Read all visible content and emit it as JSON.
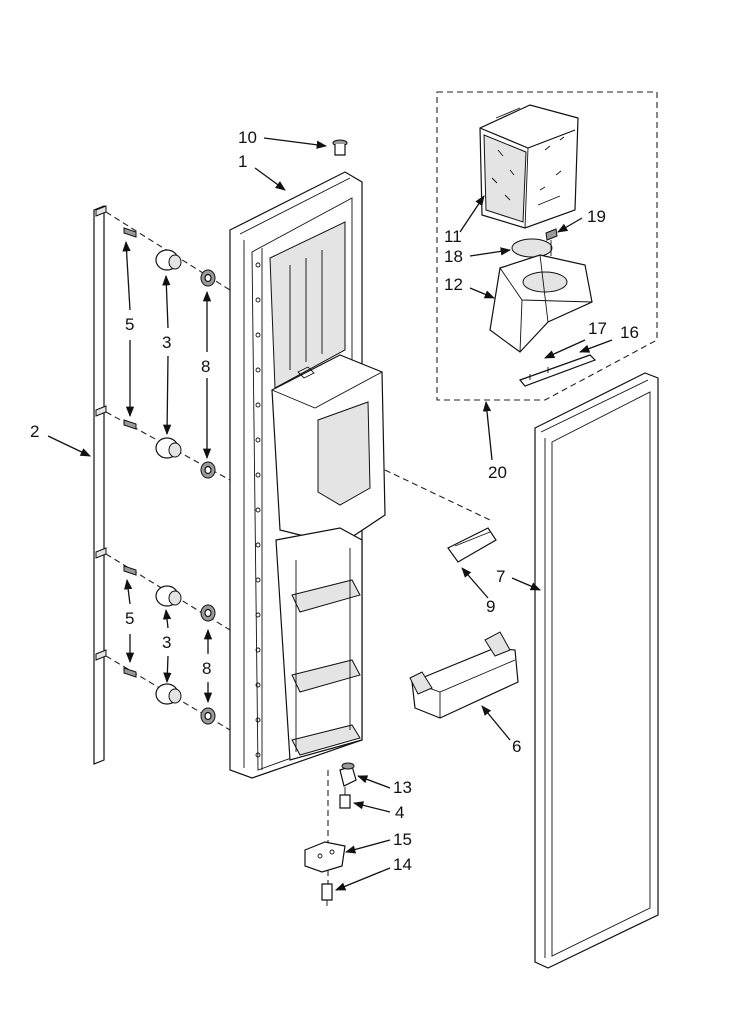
{
  "diagram": {
    "callouts": [
      {
        "id": "c1",
        "text": "1"
      },
      {
        "id": "c2",
        "text": "2"
      },
      {
        "id": "c3a",
        "text": "3"
      },
      {
        "id": "c3b",
        "text": "3"
      },
      {
        "id": "c4",
        "text": "4"
      },
      {
        "id": "c5a",
        "text": "5"
      },
      {
        "id": "c5b",
        "text": "5"
      },
      {
        "id": "c6",
        "text": "6"
      },
      {
        "id": "c7",
        "text": "7"
      },
      {
        "id": "c8a",
        "text": "8"
      },
      {
        "id": "c8b",
        "text": "8"
      },
      {
        "id": "c9",
        "text": "9"
      },
      {
        "id": "c10",
        "text": "10"
      },
      {
        "id": "c11",
        "text": "11"
      },
      {
        "id": "c12",
        "text": "12"
      },
      {
        "id": "c13",
        "text": "13"
      },
      {
        "id": "c14",
        "text": "14"
      },
      {
        "id": "c15",
        "text": "15"
      },
      {
        "id": "c16",
        "text": "16"
      },
      {
        "id": "c17",
        "text": "17"
      },
      {
        "id": "c18",
        "text": "18"
      },
      {
        "id": "c19",
        "text": "19"
      },
      {
        "id": "c20",
        "text": "20"
      }
    ]
  }
}
